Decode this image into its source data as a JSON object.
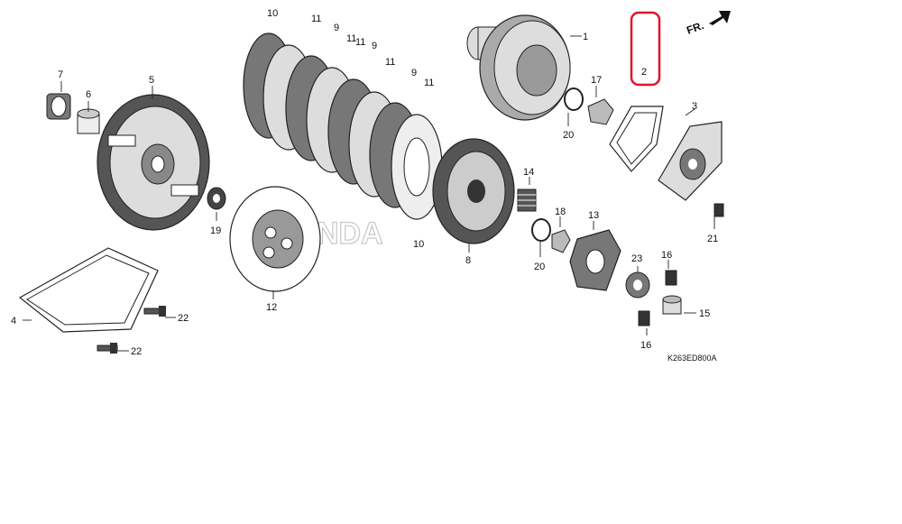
{
  "diagram": {
    "watermark": "HONDA",
    "diagram_code": "K263ED800A",
    "direction_label": "FR.",
    "highlight_color": "#e0142a",
    "callouts": [
      "1",
      "2",
      "3",
      "4",
      "5",
      "6",
      "7",
      "8",
      "9",
      "9",
      "9",
      "10",
      "10",
      "11",
      "11",
      "11",
      "11",
      "11",
      "12",
      "13",
      "14",
      "15",
      "16",
      "16",
      "17",
      "18",
      "19",
      "20",
      "20",
      "21",
      "22",
      "22",
      "23"
    ]
  }
}
